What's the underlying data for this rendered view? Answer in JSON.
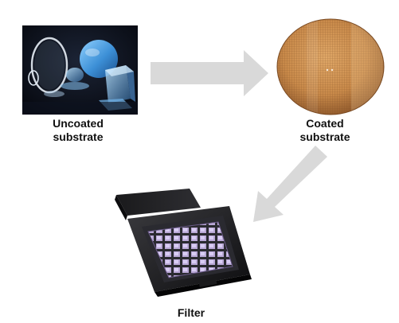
{
  "stages": {
    "uncoated": {
      "label_lines": [
        "Uncoated",
        "substrate"
      ]
    },
    "coated": {
      "label_lines": [
        "Coated",
        "substrate"
      ]
    },
    "filter": {
      "label_lines": [
        "Filter"
      ]
    }
  },
  "colors": {
    "arrow": "#d9d9d9",
    "label_text": "#111111",
    "wafer": "#c98a4a",
    "substrate_bg": "#0b0f1e",
    "optic_blue": "#5aaee6"
  },
  "icons": {
    "arrow_horizontal": "arrow-right-icon",
    "arrow_diagonal": "arrow-down-left-icon"
  }
}
